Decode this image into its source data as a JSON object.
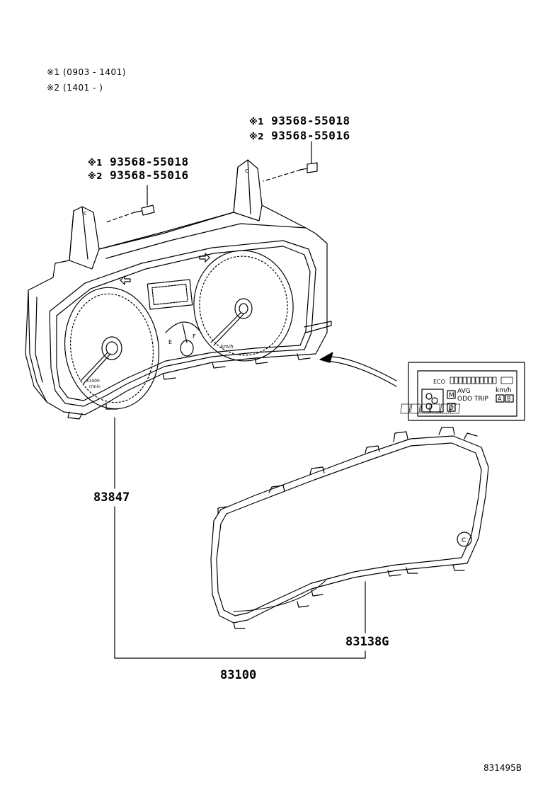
{
  "notes": [
    {
      "mark": "※1",
      "text": "(0903 - 1401)"
    },
    {
      "mark": "※2",
      "text": "(1401 -       )"
    }
  ],
  "bolt_right": {
    "line1_mark": "※1",
    "line1_part": "93568-55018",
    "line2_mark": "※2",
    "line2_part": "93568-55016"
  },
  "bolt_left": {
    "line1_mark": "※1",
    "line1_part": "93568-55018",
    "line2_mark": "※2",
    "line2_part": "93568-55016"
  },
  "parts": {
    "meter_assy": "83847",
    "glass": "83138G",
    "combination_meter": "83100"
  },
  "display_inset": {
    "eco": "ECO",
    "avg": "AVG",
    "odo_trip": "ODO TRIP",
    "a": "A",
    "b": "B",
    "kmh": "km/h",
    "m": "M",
    "d": "D"
  },
  "gauge_marks": {
    "tach_unit": "x1000\nr/min",
    "speedo_unit": "km/h",
    "fuel_e": "E",
    "fuel_f": "F",
    "glass_c": "C",
    "bracket_c": "C"
  },
  "figure_code": "831495B"
}
